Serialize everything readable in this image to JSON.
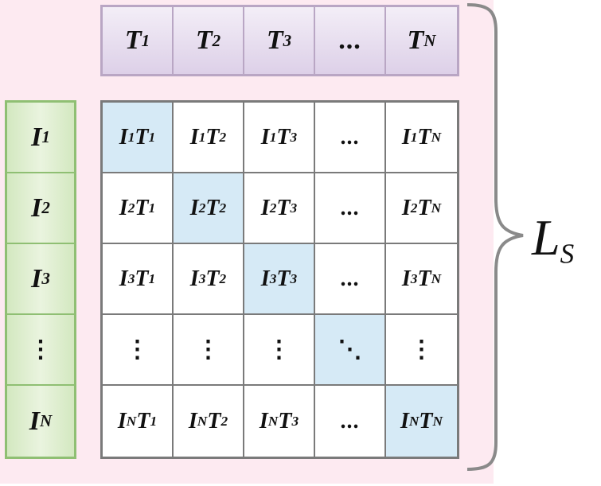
{
  "text_tokens": [
    {
      "base": "T",
      "sub": "1"
    },
    {
      "base": "T",
      "sub": "2"
    },
    {
      "base": "T",
      "sub": "3"
    },
    {
      "base": "...",
      "sub": ""
    },
    {
      "base": "T",
      "sub": "N"
    }
  ],
  "image_tokens": [
    {
      "base": "I",
      "sub": "1"
    },
    {
      "base": "I",
      "sub": "2"
    },
    {
      "base": "I",
      "sub": "3"
    },
    {
      "base": "⋮",
      "sub": ""
    },
    {
      "base": "I",
      "sub": "N"
    }
  ],
  "matrix": [
    [
      [
        {
          "b": "I",
          "s": "1"
        },
        {
          "b": "T",
          "s": "1"
        }
      ],
      [
        {
          "b": "I",
          "s": "1"
        },
        {
          "b": "T",
          "s": "2"
        }
      ],
      [
        {
          "b": "I",
          "s": "1"
        },
        {
          "b": "T",
          "s": "3"
        }
      ],
      [
        {
          "b": "...",
          "s": ""
        }
      ],
      [
        {
          "b": "I",
          "s": "1"
        },
        {
          "b": "T",
          "s": "N"
        }
      ]
    ],
    [
      [
        {
          "b": "I",
          "s": "2"
        },
        {
          "b": "T",
          "s": "1"
        }
      ],
      [
        {
          "b": "I",
          "s": "2"
        },
        {
          "b": "T",
          "s": "2"
        }
      ],
      [
        {
          "b": "I",
          "s": "2"
        },
        {
          "b": "T",
          "s": "3"
        }
      ],
      [
        {
          "b": "...",
          "s": ""
        }
      ],
      [
        {
          "b": "I",
          "s": "2"
        },
        {
          "b": "T",
          "s": "N"
        }
      ]
    ],
    [
      [
        {
          "b": "I",
          "s": "3"
        },
        {
          "b": "T",
          "s": "1"
        }
      ],
      [
        {
          "b": "I",
          "s": "3"
        },
        {
          "b": "T",
          "s": "2"
        }
      ],
      [
        {
          "b": "I",
          "s": "3"
        },
        {
          "b": "T",
          "s": "3"
        }
      ],
      [
        {
          "b": "...",
          "s": ""
        }
      ],
      [
        {
          "b": "I",
          "s": "3"
        },
        {
          "b": "T",
          "s": "N"
        }
      ]
    ],
    [
      [
        {
          "b": "⋮",
          "s": ""
        }
      ],
      [
        {
          "b": "⋮",
          "s": ""
        }
      ],
      [
        {
          "b": "⋮",
          "s": ""
        }
      ],
      [
        {
          "b": "⋱",
          "s": ""
        }
      ],
      [
        {
          "b": "⋮",
          "s": ""
        }
      ]
    ],
    [
      [
        {
          "b": "I",
          "s": "N"
        },
        {
          "b": "T",
          "s": "1"
        }
      ],
      [
        {
          "b": "I",
          "s": "N"
        },
        {
          "b": "T",
          "s": "2"
        }
      ],
      [
        {
          "b": "I",
          "s": "N"
        },
        {
          "b": "T",
          "s": "3"
        }
      ],
      [
        {
          "b": "...",
          "s": ""
        }
      ],
      [
        {
          "b": "I",
          "s": "N"
        },
        {
          "b": "T",
          "s": "N"
        }
      ]
    ]
  ],
  "highlight_diagonal": true,
  "label": {
    "base": "L",
    "sub": "S"
  },
  "colors": {
    "background": "#fdeaf1",
    "text_tokens_fill": "#e6dcee",
    "text_tokens_border": "#b9a6c4",
    "image_tokens_fill": "#dcefcc",
    "image_tokens_border": "#8fbf73",
    "diagonal_fill": "#d6eaf6",
    "grid_border": "#7a7a7a"
  }
}
